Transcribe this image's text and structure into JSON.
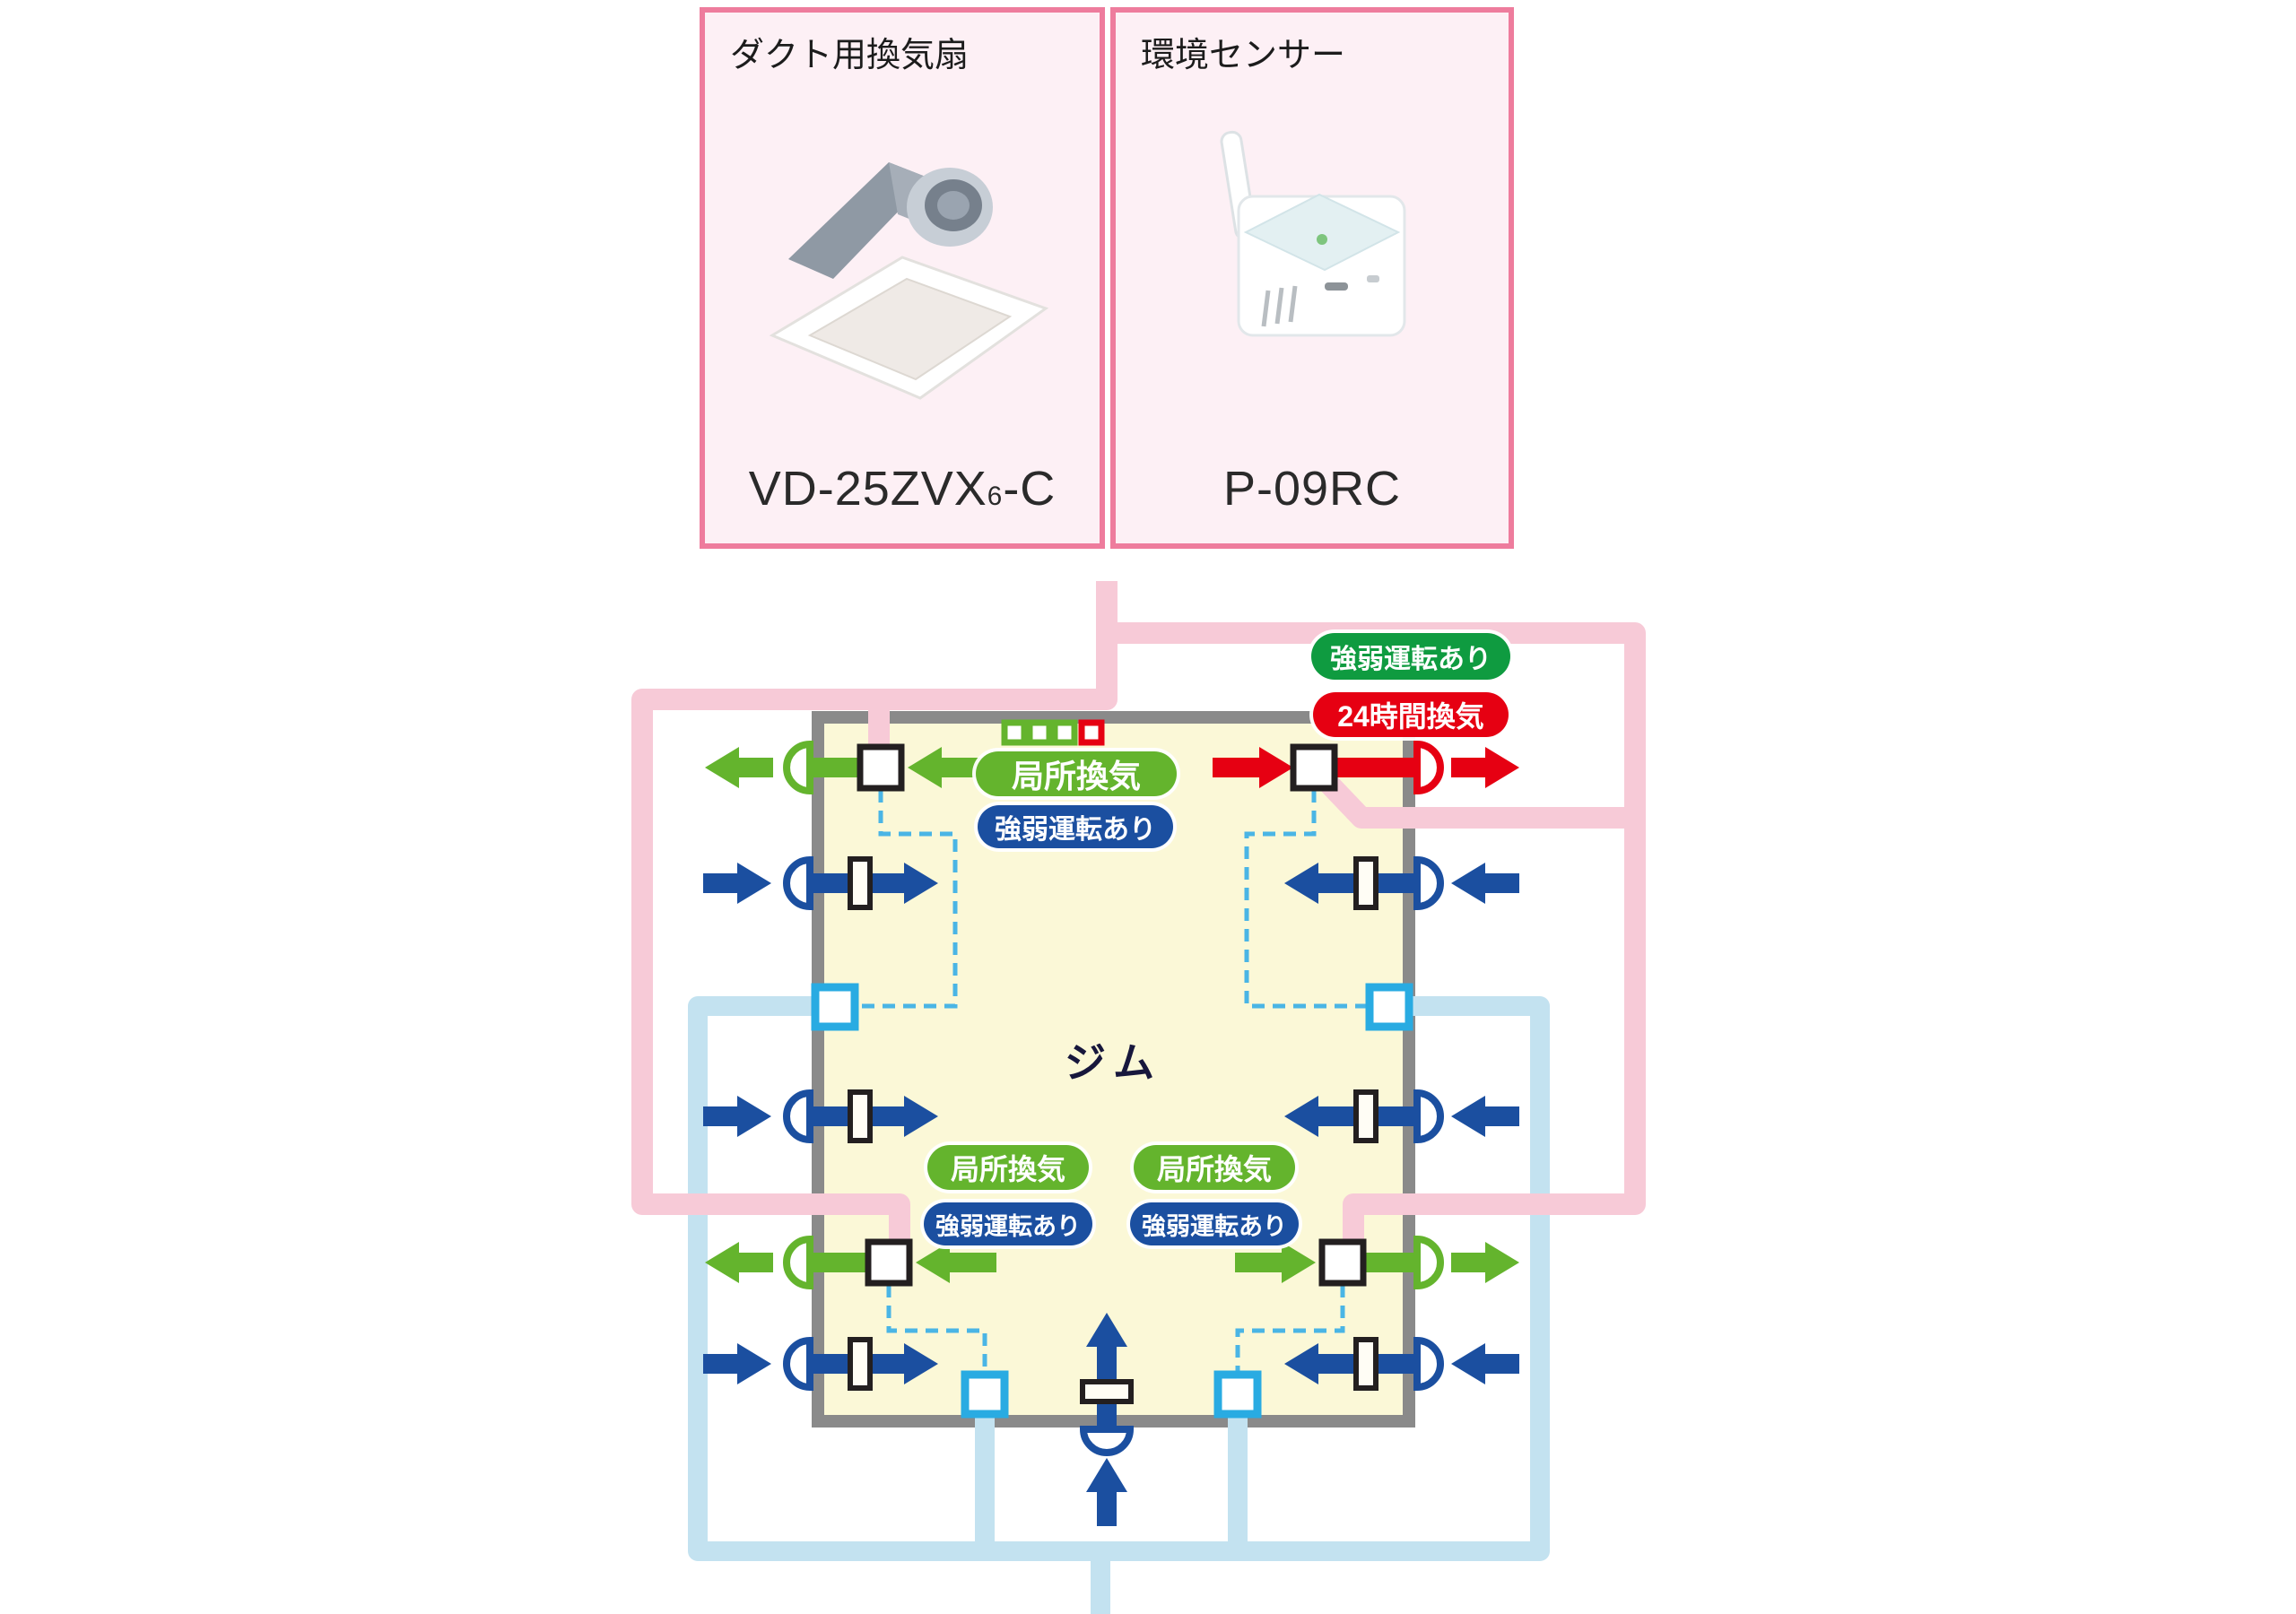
{
  "header": {
    "product_cards": [
      {
        "category": "ダクト用換気扇",
        "model_main": "VD-25ZVX",
        "model_sub": "6",
        "model_tail": "-C",
        "image": "ceiling-duct-fan-photo"
      },
      {
        "category": "環境センサー",
        "model_main": "P-09RC",
        "image": "environment-sensor-photo"
      }
    ]
  },
  "diagram": {
    "room_label": "ジム",
    "badges": {
      "local_ventilation": "局所換気",
      "variable_operation": "強弱運転あり",
      "ventilation_24h": "24時間換気"
    },
    "indicator_row": {
      "green_squares": 3,
      "red_squares": 1
    },
    "colors": {
      "box_border_pink": "#ee7c9d",
      "box_fill_pink": "#fdf0f5",
      "fan_pipe_pink": "#f7cad7",
      "sensor_pipe_lightblue": "#c3e2f0",
      "sensor_square_cyan": "#29abe2",
      "control_dash_cyan": "#4ab5e5",
      "exhaust_green": "#64b42d",
      "badge_emerald": "#0f9b40",
      "supply_navy": "#1b4fa0",
      "alert_red": "#e60012",
      "wall_gray": "#8a8a8a",
      "room_fill_yellow": "#fbf8d7"
    }
  }
}
